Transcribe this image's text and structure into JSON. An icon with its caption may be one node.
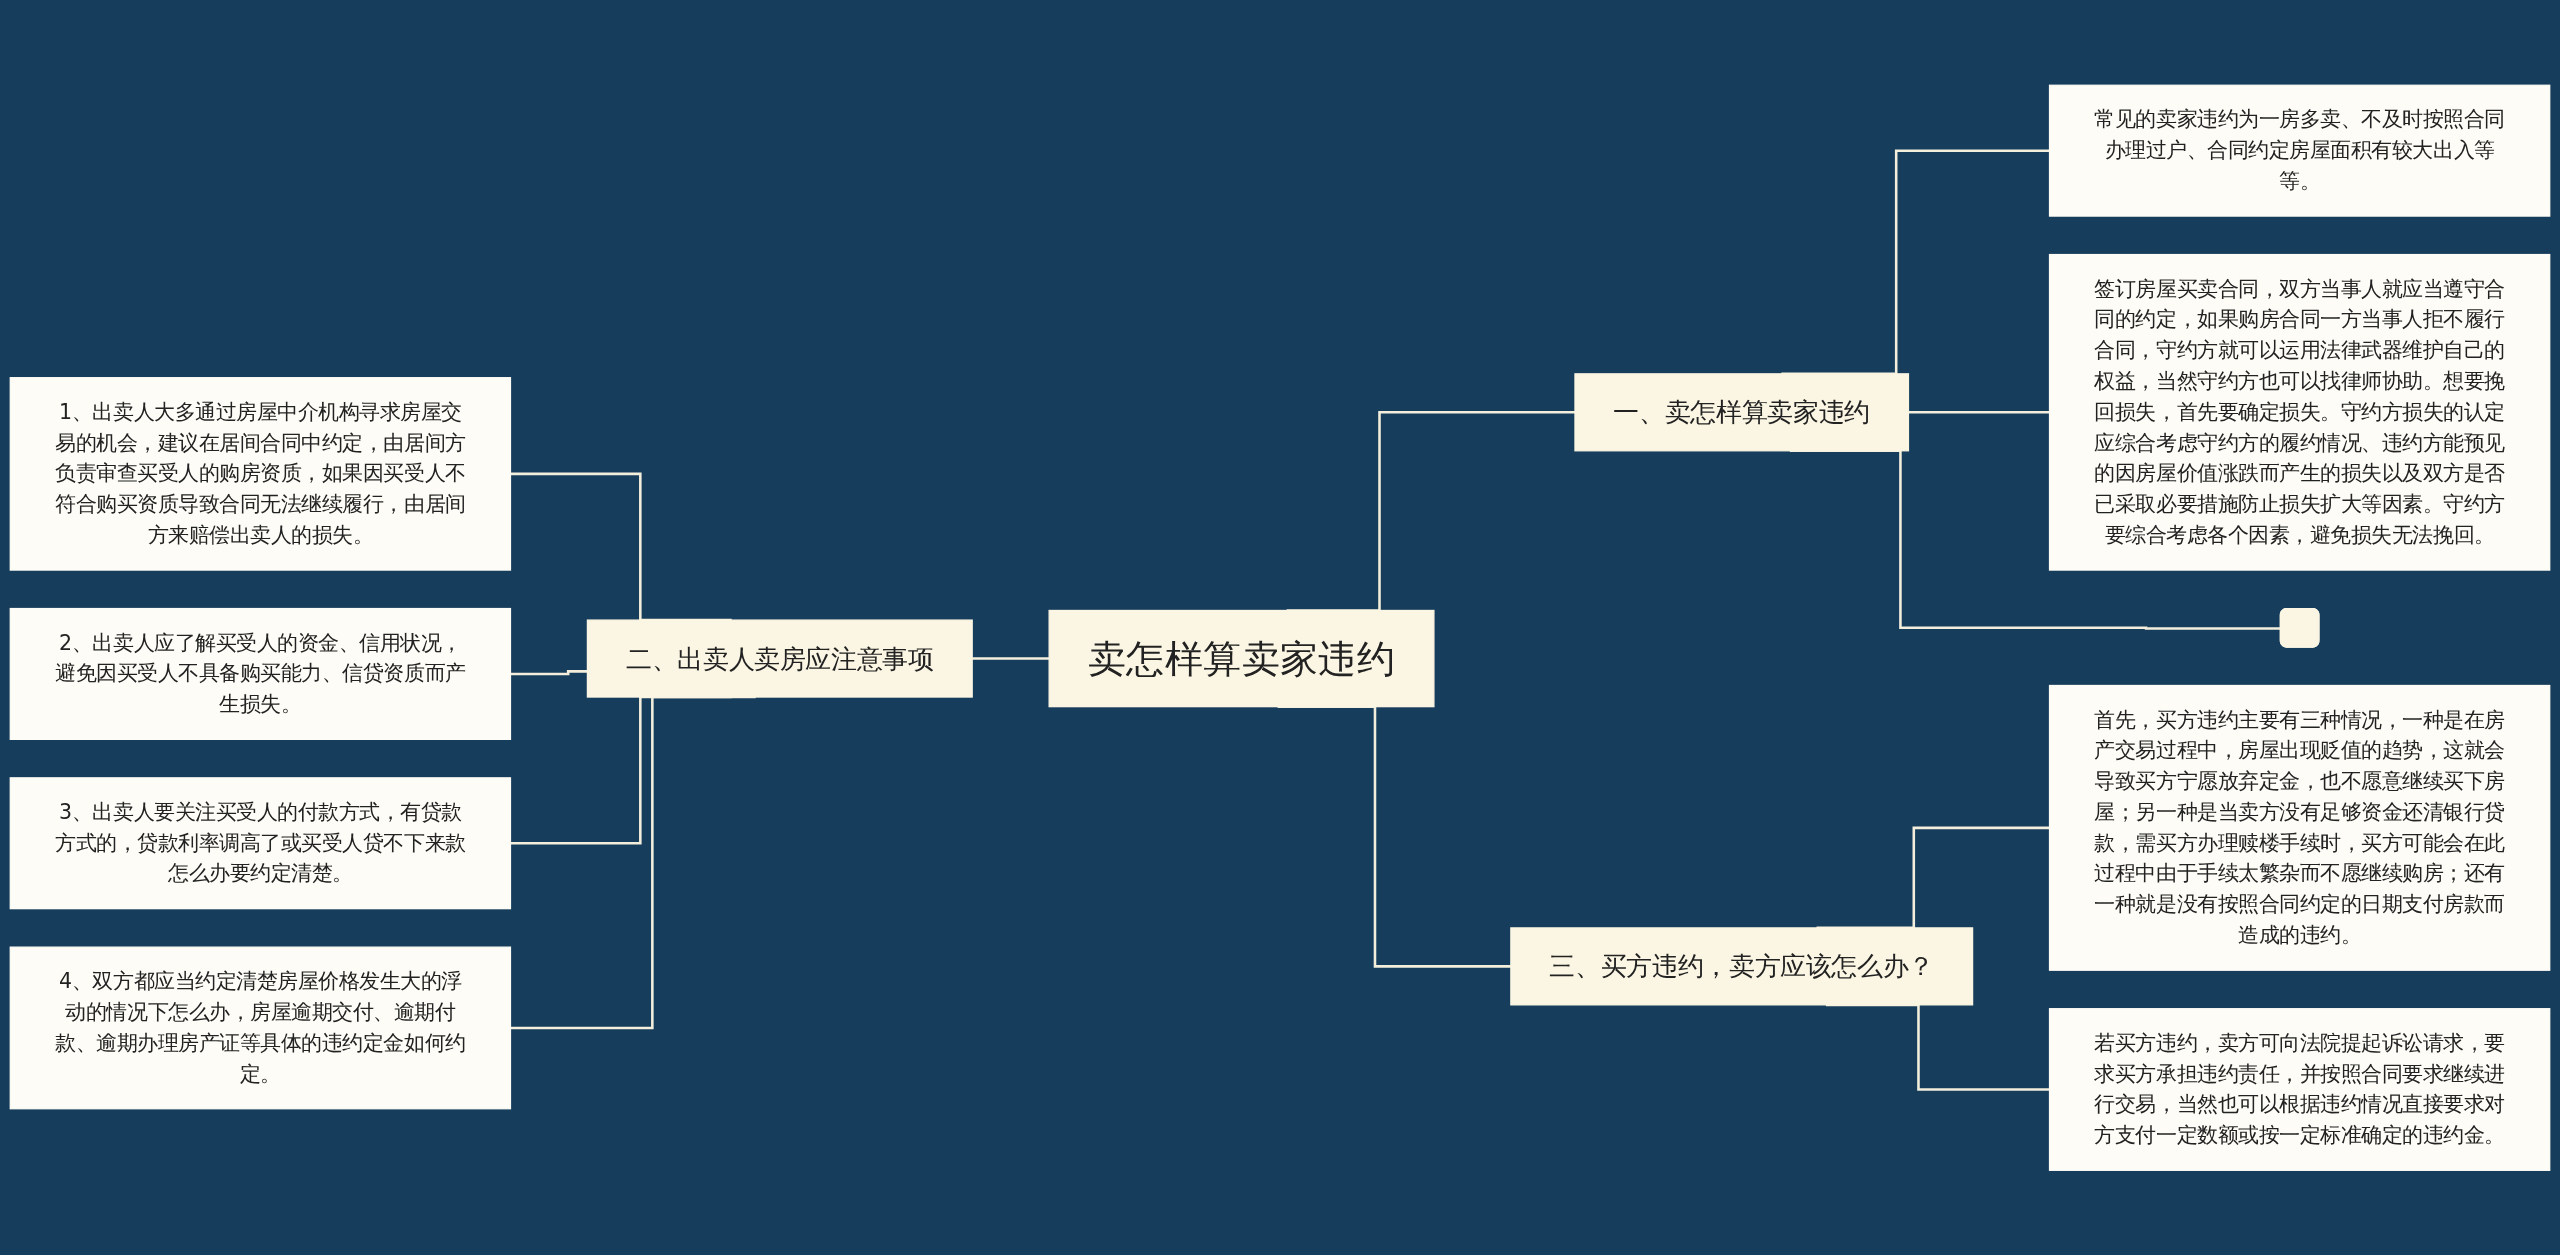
{
  "diagram": {
    "nodes": [
      {
        "text": [
          "卖怎样算卖家违约"
        ]
      },
      {
        "text": [
          "一、卖怎样算卖家违约"
        ]
      },
      {
        "text": [
          "常见的卖家违约为一房多卖、不及时按照合同办理过户、合同约定房屋面积有较大出入等等。"
        ]
      },
      {
        "text": [
          "签订房屋买卖合同，双方当事人就应当遵守合同的约定，如果购房合同一方当事人拒不履行合同，守约方就可以运用法律武器维护自己的权益，当然守约方也可以找律师协助。想要挽回损失，首先要确定损失。守约方损失的认定应综合考虑守约方的履约情况、违约方能预见的因房屋价值涨跌而产生的损失以及双方是否已采取必要措施防止损失扩大等因素。守约方要综合考虑各个因素，避免损失无法挽回。"
        ]
      },
      {
        "text": [],
        "shape": "box"
      },
      {
        "text": [
          "三、买方违约，卖方应该怎么办？"
        ]
      },
      {
        "text": [
          "首先，买方违约主要有三种情况，一种是在房产交易过程中，房屋出现贬值的趋势，这就会导致买方宁愿放弃定金，也不愿意继续买下房屋；另一种是当卖方没有足够资金还清银行贷款，需买方办理赎楼手续时，买方可能会在此过程中由于手续太繁杂而不愿继续购房；还有一种就是没有按照合同约定的日期支付房款而造成的违约。"
        ]
      },
      {
        "text": [
          "若买方违约，卖方可向法院提起诉讼请求，要求买方承担违约责任，并按照合同要求继续进行交易，当然也可以根据违约情况直接要求对方支付一定数额或按一定标准确定的违约金。"
        ]
      },
      {
        "text": [
          "二、出卖人卖房应注意事项"
        ]
      },
      {
        "text": [
          "1、出卖人大多通过房屋中介机构寻求房屋交易的机会，建议在居间合同中约定，由居间方负责审查买受人的购房资质，如果因买受人不符合购买资质导致合同无法继续履行，由居间方来赔偿出卖人的损失。"
        ]
      },
      {
        "text": [
          "2、出卖人应了解买受人的资金、信用状况，避免因买受人不具备购买能力、信贷资质而产生损失。"
        ]
      },
      {
        "text": [
          "3、出卖人要关注买受人的付款方式，有贷款方式的，贷款利率调高了或买受人贷不下来款怎么办要约定清楚。"
        ]
      },
      {
        "text": [
          "4、双方都应当约定清楚房屋价格发生大的浮动的情况下怎么办，房屋逾期交付、逾期付款、逾期办理房产证等具体的违约定金如何约定。"
        ]
      }
    ],
    "edges": [
      {
        "from": 0,
        "to": 1,
        "arrow": "none"
      },
      {
        "from": 1,
        "to": 2,
        "arrow": "none"
      },
      {
        "from": 1,
        "to": 3,
        "arrow": "none"
      },
      {
        "from": 1,
        "to": 4,
        "arrow": "none"
      },
      {
        "from": 0,
        "to": 5,
        "arrow": "none"
      },
      {
        "from": 5,
        "to": 6,
        "arrow": "none"
      },
      {
        "from": 5,
        "to": 7,
        "arrow": "none"
      },
      {
        "from": 0,
        "to": 8,
        "arrow": "none"
      },
      {
        "from": 8,
        "to": 9,
        "arrow": "none"
      },
      {
        "from": 8,
        "to": 10,
        "arrow": "none"
      },
      {
        "from": 8,
        "to": 11,
        "arrow": "none"
      },
      {
        "from": 8,
        "to": 12,
        "arrow": "none"
      }
    ]
  }
}
